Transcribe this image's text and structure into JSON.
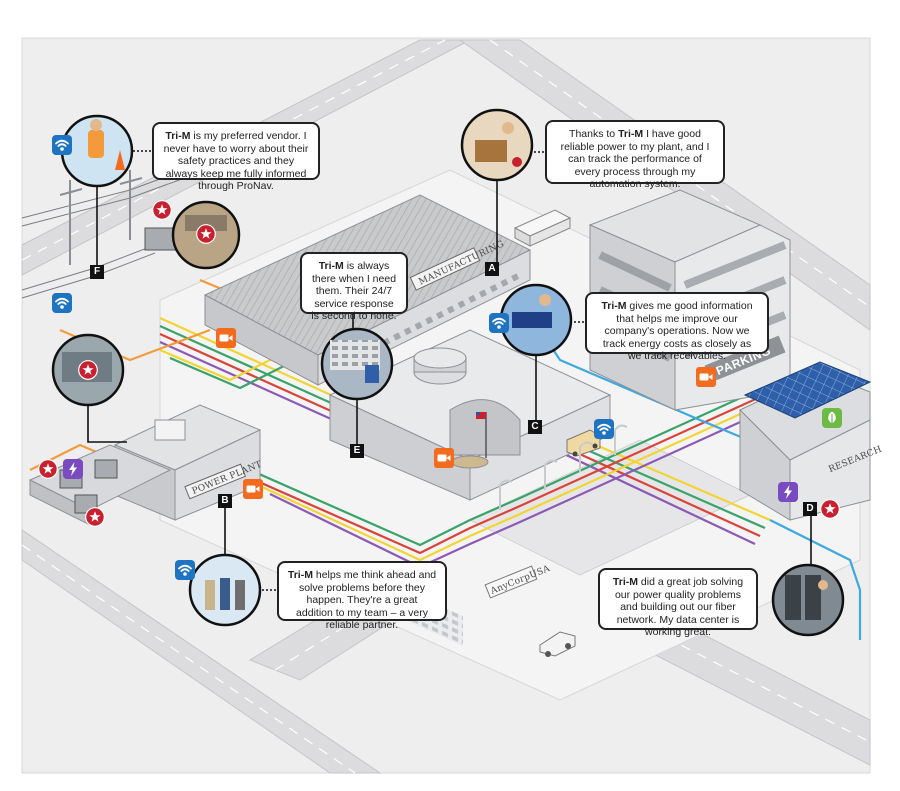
{
  "signs": {
    "manufacturing": "MANUFACTURING",
    "power_plant": "POWER PLANT",
    "parking": "PARKING",
    "research": "RESEARCH",
    "anycorp": "AnyCorpUSA"
  },
  "markers": {
    "a": "A",
    "b": "B",
    "c": "C",
    "d": "D",
    "e": "E",
    "f": "F"
  },
  "callouts": {
    "f": {
      "brand": "Tri-M",
      "text": " is my preferred vendor. I never have to worry about their safety practices and they always keep me fully informed through ProNav."
    },
    "a": {
      "before": "Thanks to ",
      "brand": "Tri-M",
      "text": " I have good reliable power to my plant, and I can track the performance of every process through my automation system."
    },
    "e": {
      "brand": "Tri-M",
      "text": " is always there when I need them. Their 24/7 service response is second to none."
    },
    "c": {
      "brand": "Tri-M",
      "text": " gives me good information that helps me improve our company's operations. Now we track energy costs as closely as we track receivables."
    },
    "b": {
      "brand": "Tri-M",
      "text": " helps me think ahead and solve problems before they happen. They're a great addition to my team – a very reliable partner."
    },
    "d": {
      "brand": "Tri-M",
      "text": " did a great job solving our power quality problems and building out our fiber network. My data center is working great."
    }
  },
  "colors": {
    "line_yellow": "#f2d533",
    "line_green": "#3aa36a",
    "line_red": "#d9443a",
    "line_purple": "#8c59b5",
    "line_blue": "#3fa8e0",
    "line_orange": "#f39a3b",
    "wifi": "#1f74c2",
    "camera": "#f26b1f",
    "lightning": "#7a4bc0",
    "leaf": "#6dbb45",
    "star": "#c8202f"
  },
  "icons": [
    "wifi-icon",
    "camera-icon",
    "star-icon",
    "lightning-icon",
    "leaf-icon"
  ]
}
